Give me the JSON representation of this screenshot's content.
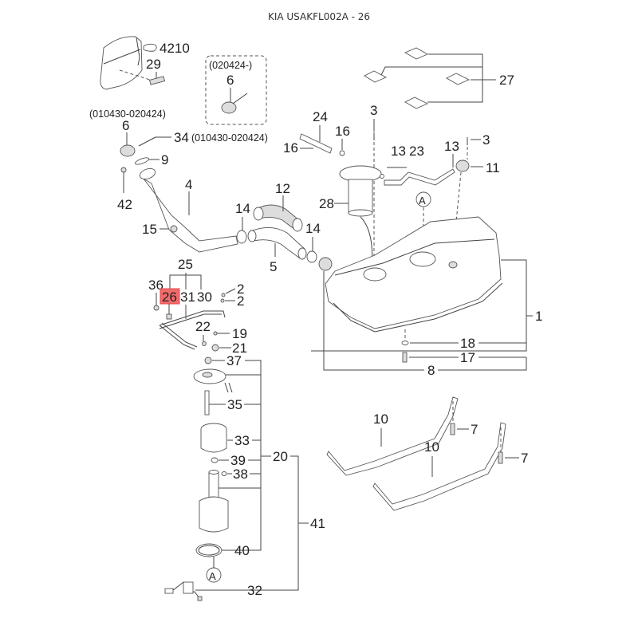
{
  "title": "KIA USAKFL002A - 26",
  "highlight": {
    "part": "26",
    "color": "#f26b6b"
  },
  "notes": {
    "variant_new": "(020424-)",
    "variant_old": "(010430-020424)",
    "variant_34": "(010430-020424)"
  },
  "callouts": {
    "p4210": "4210",
    "p29": "29",
    "p6a": "6",
    "p6b": "6",
    "p34": "34",
    "p9": "9",
    "p42": "42",
    "p4": "4",
    "p15": "15",
    "p14a": "14",
    "p12": "12",
    "p14b": "14",
    "p5": "5",
    "p24": "24",
    "p16a": "16",
    "p16b": "16",
    "p3a": "3",
    "p28": "28",
    "p13a": "13",
    "p23": "23",
    "p13b": "13",
    "p3b": "3",
    "p11": "11",
    "p27": "27",
    "pA1": "A",
    "p1": "1",
    "p18": "18",
    "p17": "17",
    "p8": "8",
    "p25": "25",
    "p36": "36",
    "p26": "26",
    "p31": "31",
    "p30": "30",
    "p2a": "2",
    "p2b": "2",
    "p22": "22",
    "p19": "19",
    "p21": "21",
    "p37": "37",
    "p35": "35",
    "p33": "33",
    "p39": "39",
    "p38": "38",
    "p20": "20",
    "p40": "40",
    "p41": "41",
    "pA2": "A",
    "p32": "32",
    "p10a": "10",
    "p10b": "10",
    "p7a": "7",
    "p7b": "7"
  }
}
